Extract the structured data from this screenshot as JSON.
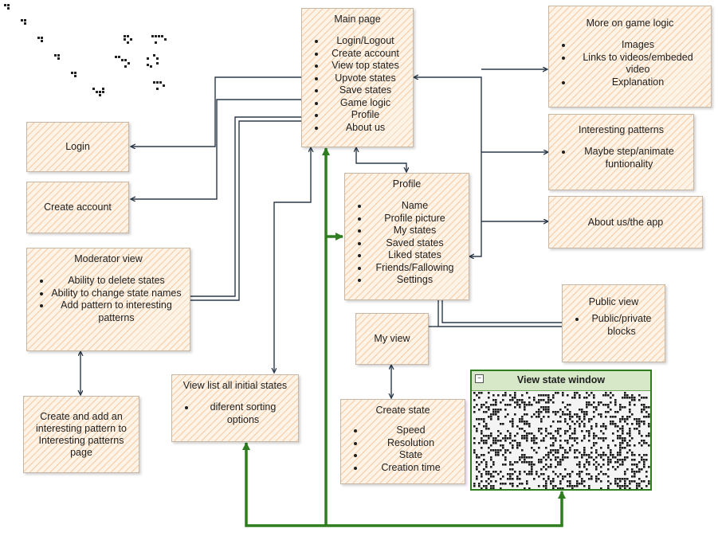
{
  "nodes": {
    "main_page": {
      "title": "Main page",
      "items": [
        "Login/Logout",
        "Create account",
        "View top states",
        "Upvote states",
        "Save states",
        "Game logic",
        "Profile",
        "About us"
      ]
    },
    "login": {
      "title": "Login"
    },
    "create_account": {
      "title": "Create account"
    },
    "moderator_view": {
      "title": "Moderator view",
      "items": [
        "Ability to delete states",
        "Ability to change state names",
        "Add pattern to interesting patterns"
      ]
    },
    "create_pattern": {
      "title": "Create and add an interesting pattern to Interesting patterns page"
    },
    "view_list": {
      "title": "View list all initial states",
      "items": [
        "diferent sorting options"
      ]
    },
    "profile": {
      "title": "Profile",
      "items": [
        "Name",
        "Profile picture",
        "My states",
        "Saved states",
        "Liked states",
        "Friends/Fallowing",
        "Settings"
      ]
    },
    "my_view": {
      "title": "My view"
    },
    "create_state": {
      "title": "Create state",
      "items": [
        "Speed",
        "Resolution",
        "State",
        "Creation time"
      ]
    },
    "public_view": {
      "title": "Public view",
      "items": [
        "Public/private blocks"
      ]
    },
    "game_logic": {
      "title": "More on game logic",
      "items": [
        "Images",
        "Links to videos/embeded video",
        "Explanation"
      ]
    },
    "interesting_patterns": {
      "title": "Interesting patterns",
      "items": [
        "Maybe step/animate funtionality"
      ]
    },
    "about": {
      "title": "About us/the app"
    },
    "state_window": {
      "title": "View state window"
    }
  },
  "colors": {
    "edge": "#2b3a4a",
    "highlight": "#2e7d1e",
    "box_fill": "#fdf3e6",
    "hatch": "#f0aa6e"
  }
}
